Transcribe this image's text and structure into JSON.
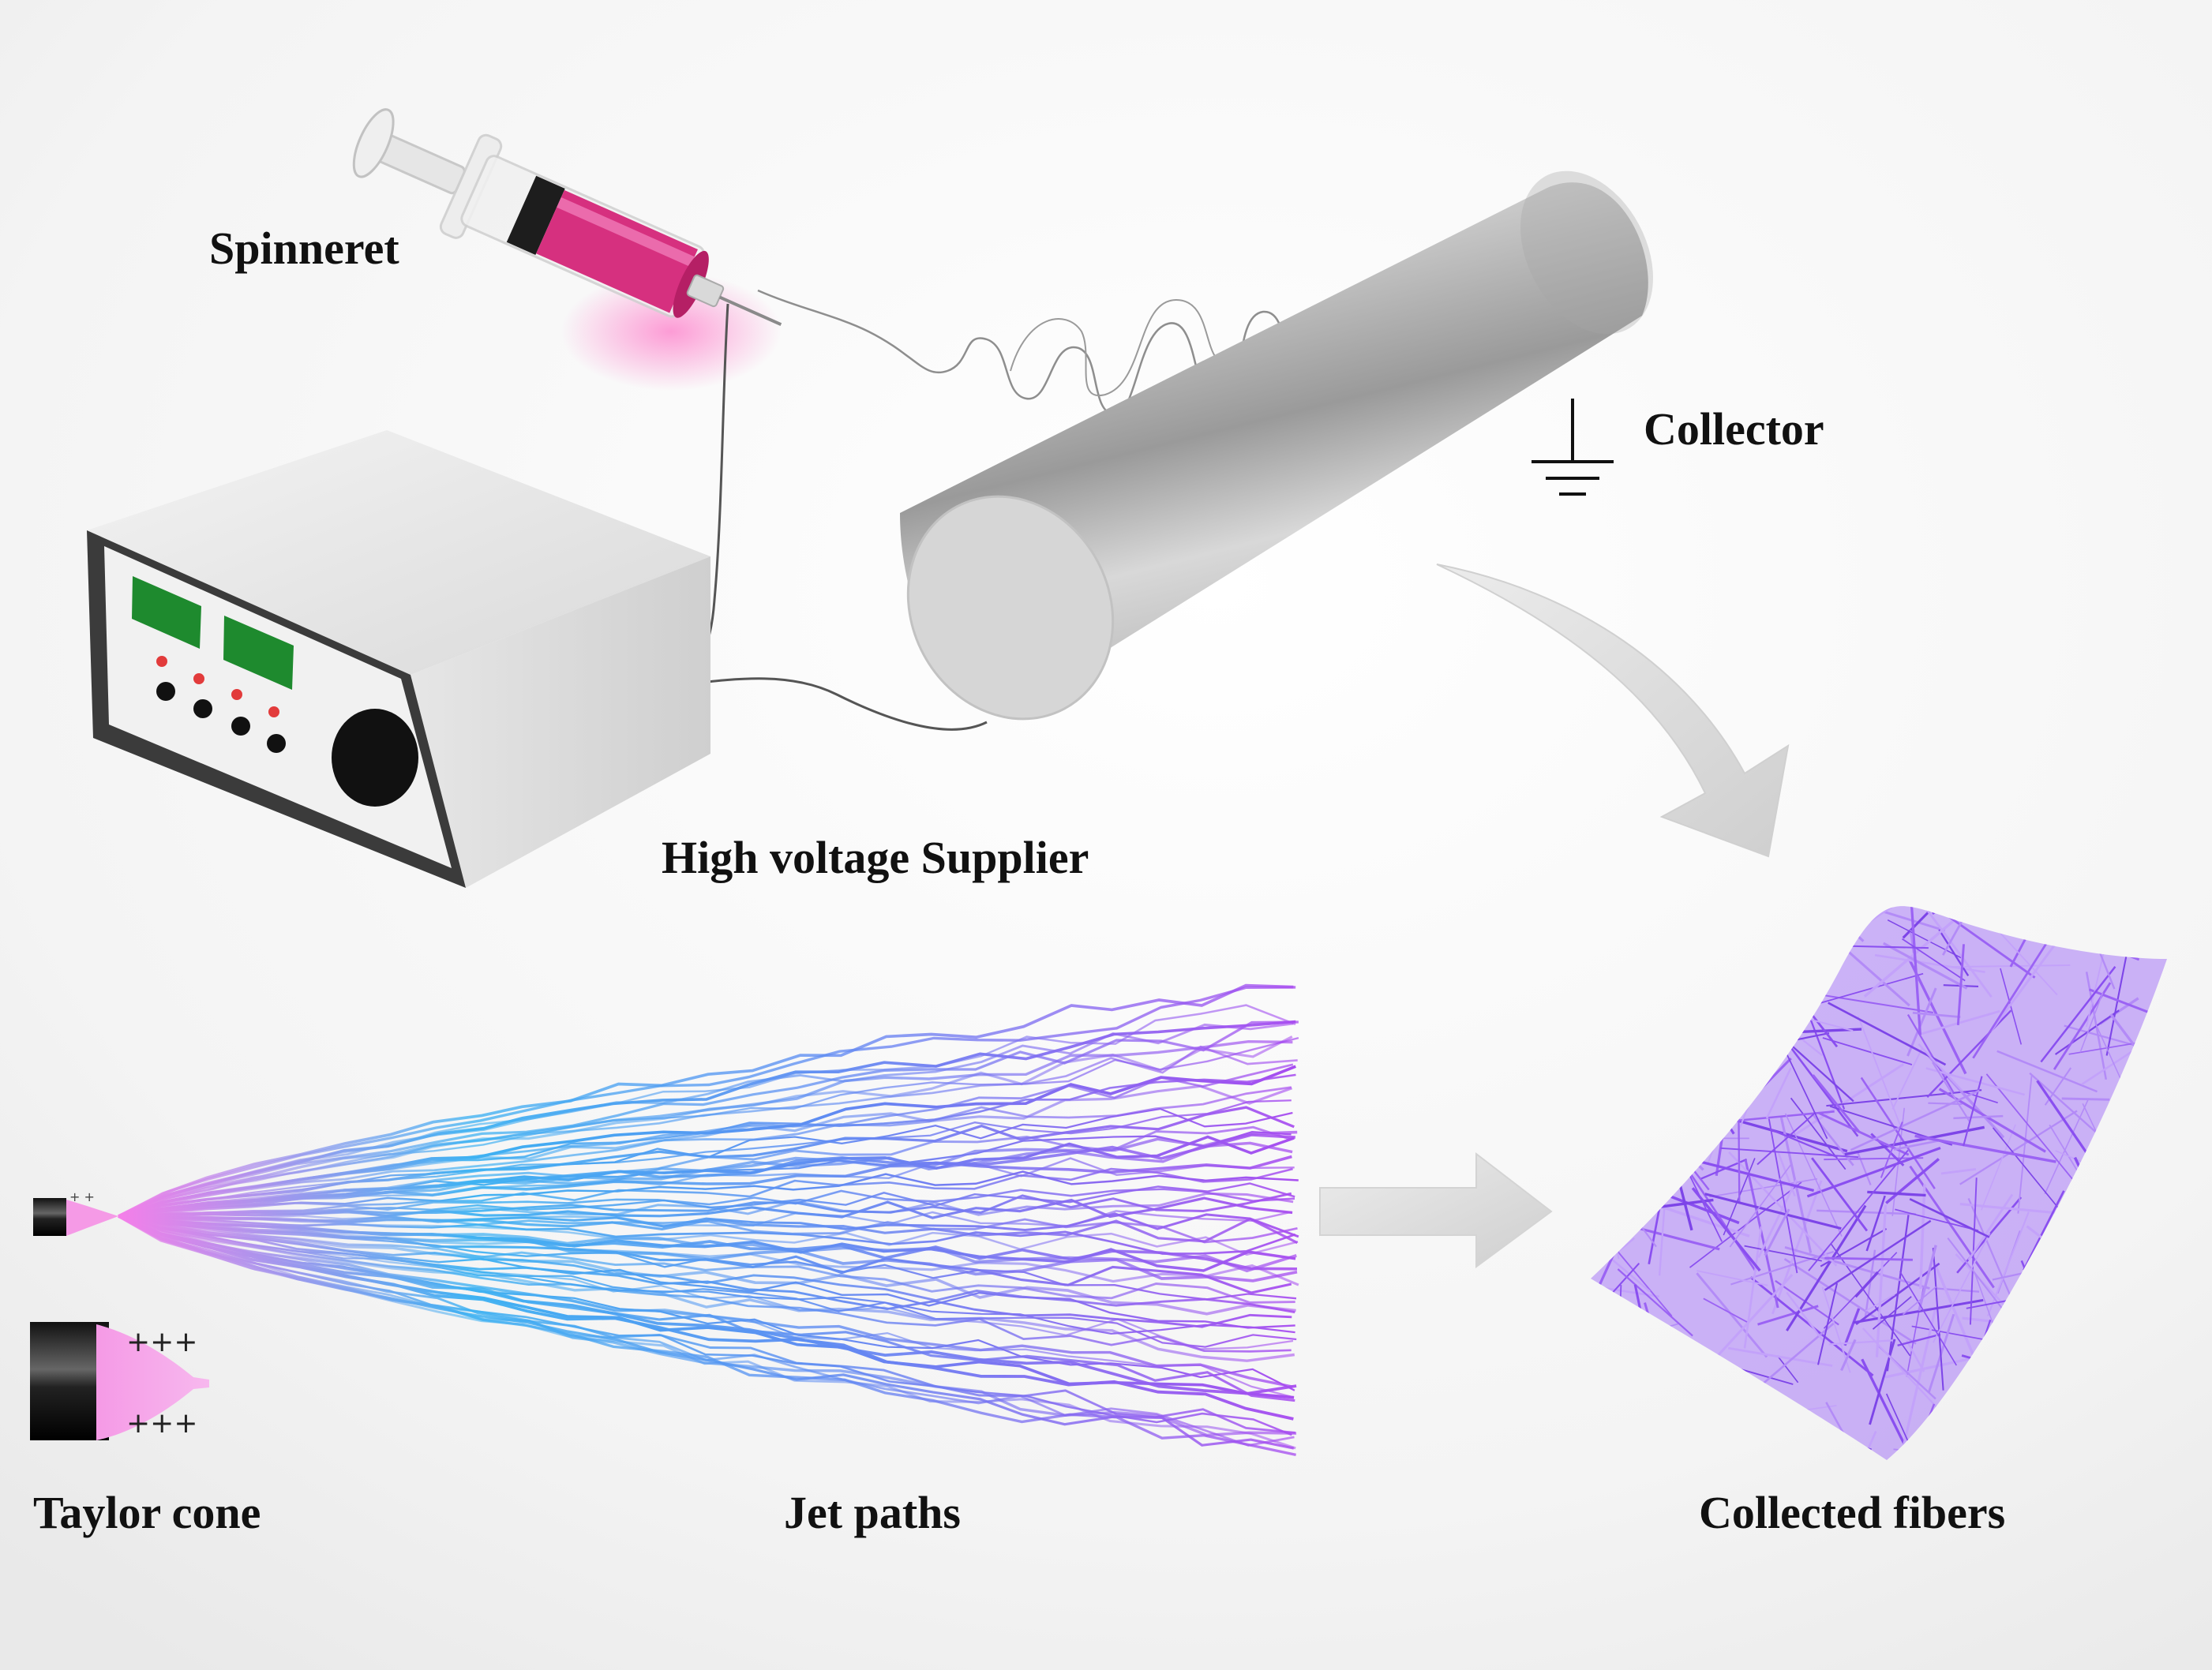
{
  "labels": {
    "spinneret": "Spinneret",
    "collector": "Collector",
    "high_voltage_supplier": "High voltage Supplier",
    "taylor_cone": "Taylor cone",
    "jet_paths": "Jet paths",
    "collected_fibers": "Collected fibers"
  },
  "taylor_cone_charges": [
    "+++",
    "+++"
  ],
  "colors": {
    "solution": "#d6307f",
    "jet_start": "#f26fe8",
    "jet_mid": "#3aa8f0",
    "jet_end": "#a44bf0",
    "fiber_mat": "#9a5cf2",
    "collector": "#c9c9c9",
    "display": "#1e8a2e"
  }
}
